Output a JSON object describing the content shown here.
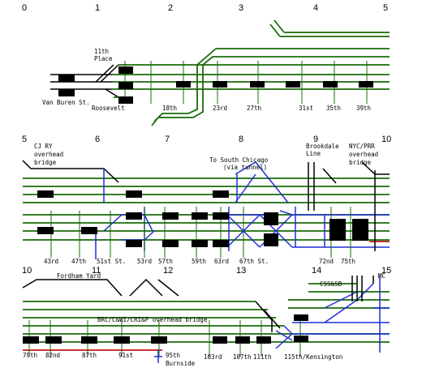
{
  "colors": {
    "track": "#1a6b0a",
    "other_railroad": "#1f2fd8",
    "overhead_line": "#000000",
    "end_track": "#c01818",
    "platform": "#000000",
    "background": "#ffffff"
  },
  "row1": {
    "markers": [
      "0",
      "1",
      "2",
      "3",
      "4",
      "5"
    ],
    "labels": {
      "eleventh_place_1": "11th",
      "eleventh_place_2": "Place",
      "van_buren": "Van Buren St.",
      "roosevelt": "Roosevelt",
      "s18th": "18th",
      "s23rd": "23rd",
      "s27th": "27th",
      "s31st": "31st",
      "s35th": "35th",
      "s39th": "39th"
    }
  },
  "row2": {
    "markers": [
      "5",
      "6",
      "7",
      "8",
      "9",
      "10"
    ],
    "labels": {
      "cjry_1": "CJ RY",
      "cjry_2": "overhead",
      "cjry_3": "bridge",
      "south_chicago_1": "To South Chicago",
      "south_chicago_2": "(via tunnel)",
      "brookdale_1": "Brookdale",
      "brookdale_2": "Line",
      "nycprr_1": "NYC/PRR",
      "nycprr_2": "overhead",
      "nycprr_3": "bridge",
      "s43rd": "43rd",
      "s47th": "47th",
      "s51st": "51st St.",
      "s53rd": "53rd",
      "s57th": "57th",
      "s59th": "59th",
      "s63rd": "63rd",
      "s67th": "67th St.",
      "s72nd": "72nd",
      "s75th": "75th"
    }
  },
  "row3": {
    "markers": [
      "10",
      "11",
      "12",
      "13",
      "14",
      "15"
    ],
    "labels": {
      "fordham": "Fordham Yard",
      "csssb": "CSS&SB",
      "mc": "MC",
      "brc_bridge": "BRC/C&WI/CRI&P overhead bridge",
      "s79th": "79th",
      "s82nd": "82nd",
      "s87th": "87th",
      "s91st": "91st",
      "s95th": "95th",
      "burnside": "Burnside",
      "s103rd": "103rd",
      "s107th": "107th",
      "s111th": "111th",
      "s115th": "115th/Kensington"
    }
  }
}
